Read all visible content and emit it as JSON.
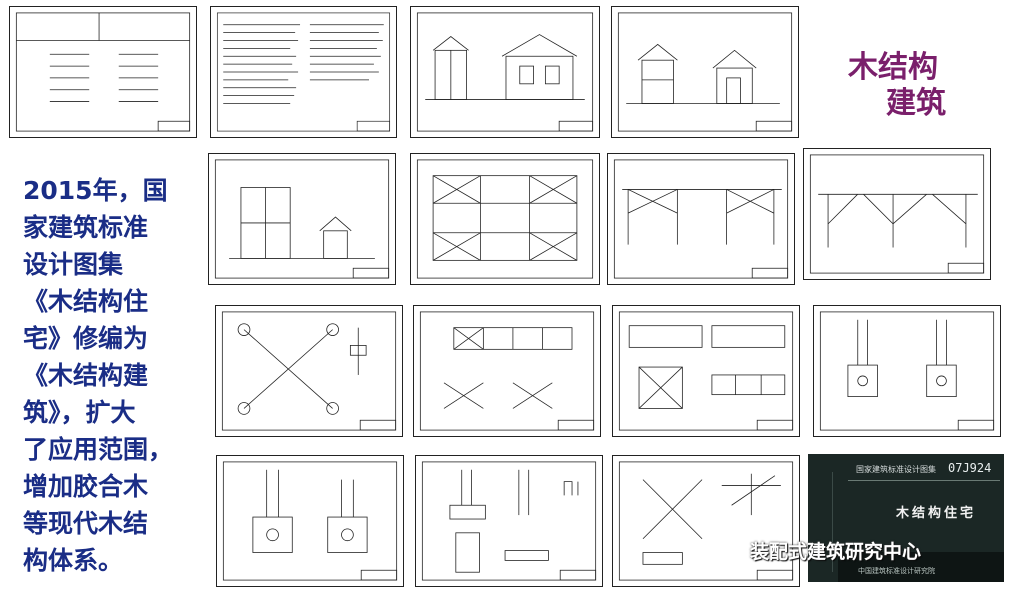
{
  "title": {
    "line1": "木结构",
    "line2": "建筑"
  },
  "description": "2015年，国\n家建筑标准\n设计图集\n《木结构住\n宅》修编为\n《木结构建\n筑》，扩大\n了应用范围，\n增加胶合木\n等现代木结\n构体系。",
  "cover": {
    "series": "国家建筑标准设计图集",
    "code": "07J924",
    "name": "木结构住宅",
    "publisher": "中国建筑标准设计研究院"
  },
  "watermark": {
    "text": "装配式建筑研究中心",
    "icon": "wechat-icon"
  },
  "colors": {
    "title": "#7a1f6b",
    "description": "#1a2d86",
    "cover_bg": "#1b2725"
  },
  "sheets": [
    {
      "id": "s1",
      "kind": "index"
    },
    {
      "id": "s2",
      "kind": "notes"
    },
    {
      "id": "s3",
      "kind": "elevation"
    },
    {
      "id": "s4",
      "kind": "elevation2"
    },
    {
      "id": "s5",
      "kind": "section"
    },
    {
      "id": "s6",
      "kind": "plan-grid"
    },
    {
      "id": "s7",
      "kind": "truss"
    },
    {
      "id": "s8",
      "kind": "truss"
    },
    {
      "id": "s9",
      "kind": "cross-brace"
    },
    {
      "id": "s10",
      "kind": "details"
    },
    {
      "id": "s11",
      "kind": "details2"
    },
    {
      "id": "s12",
      "kind": "footing"
    },
    {
      "id": "s13",
      "kind": "footing"
    },
    {
      "id": "s14",
      "kind": "connections"
    },
    {
      "id": "s15",
      "kind": "connections2"
    }
  ]
}
